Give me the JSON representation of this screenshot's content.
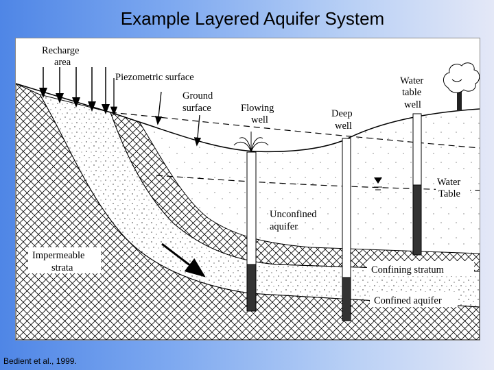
{
  "title": "Example Layered Aquifer System",
  "citation": "Bedient et al., 1999.",
  "labels": {
    "recharge_area": [
      "Recharge",
      "area"
    ],
    "piezometric_surface": "Piezometric surface",
    "ground_surface": [
      "Ground",
      "surface"
    ],
    "flowing_well": [
      "Flowing",
      "well"
    ],
    "deep_well": [
      "Deep",
      "well"
    ],
    "water_table_well": [
      "Water",
      "table",
      "well"
    ],
    "water_table": [
      "Water",
      "Table"
    ],
    "unconfined_aquifer": [
      "Unconfined",
      "aquifer"
    ],
    "impermeable_strata": [
      "Impermeable",
      "strata"
    ],
    "confining_stratum": "Confining stratum",
    "confined_aquifer": "Confined aquifer"
  }
}
